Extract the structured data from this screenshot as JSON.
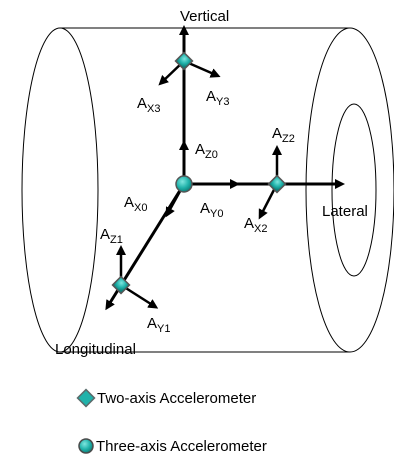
{
  "diagram": {
    "axis_labels": {
      "vertical": "Vertical",
      "lateral": "Lateral",
      "longitudinal": "Longitudinal"
    },
    "acceleration_labels": {
      "x3": {
        "main": "A",
        "sub": "X3"
      },
      "y3": {
        "main": "A",
        "sub": "Y3"
      },
      "z0": {
        "main": "A",
        "sub": "Z0"
      },
      "x0": {
        "main": "A",
        "sub": "X0"
      },
      "y0": {
        "main": "A",
        "sub": "Y0"
      },
      "z2": {
        "main": "A",
        "sub": "Z2"
      },
      "x2": {
        "main": "A",
        "sub": "X2"
      },
      "z1": {
        "main": "A",
        "sub": "Z1"
      },
      "y1": {
        "main": "A",
        "sub": "Y1"
      }
    },
    "colors": {
      "sensor_fill": "#20B2AA",
      "sensor_stroke": "#4a4a4a",
      "line": "#000000"
    }
  },
  "legend": {
    "items": [
      {
        "icon": "diamond-icon",
        "label": "Two-axis Accelerometer"
      },
      {
        "icon": "circle-icon",
        "label": "Three-axis Accelerometer"
      }
    ]
  }
}
